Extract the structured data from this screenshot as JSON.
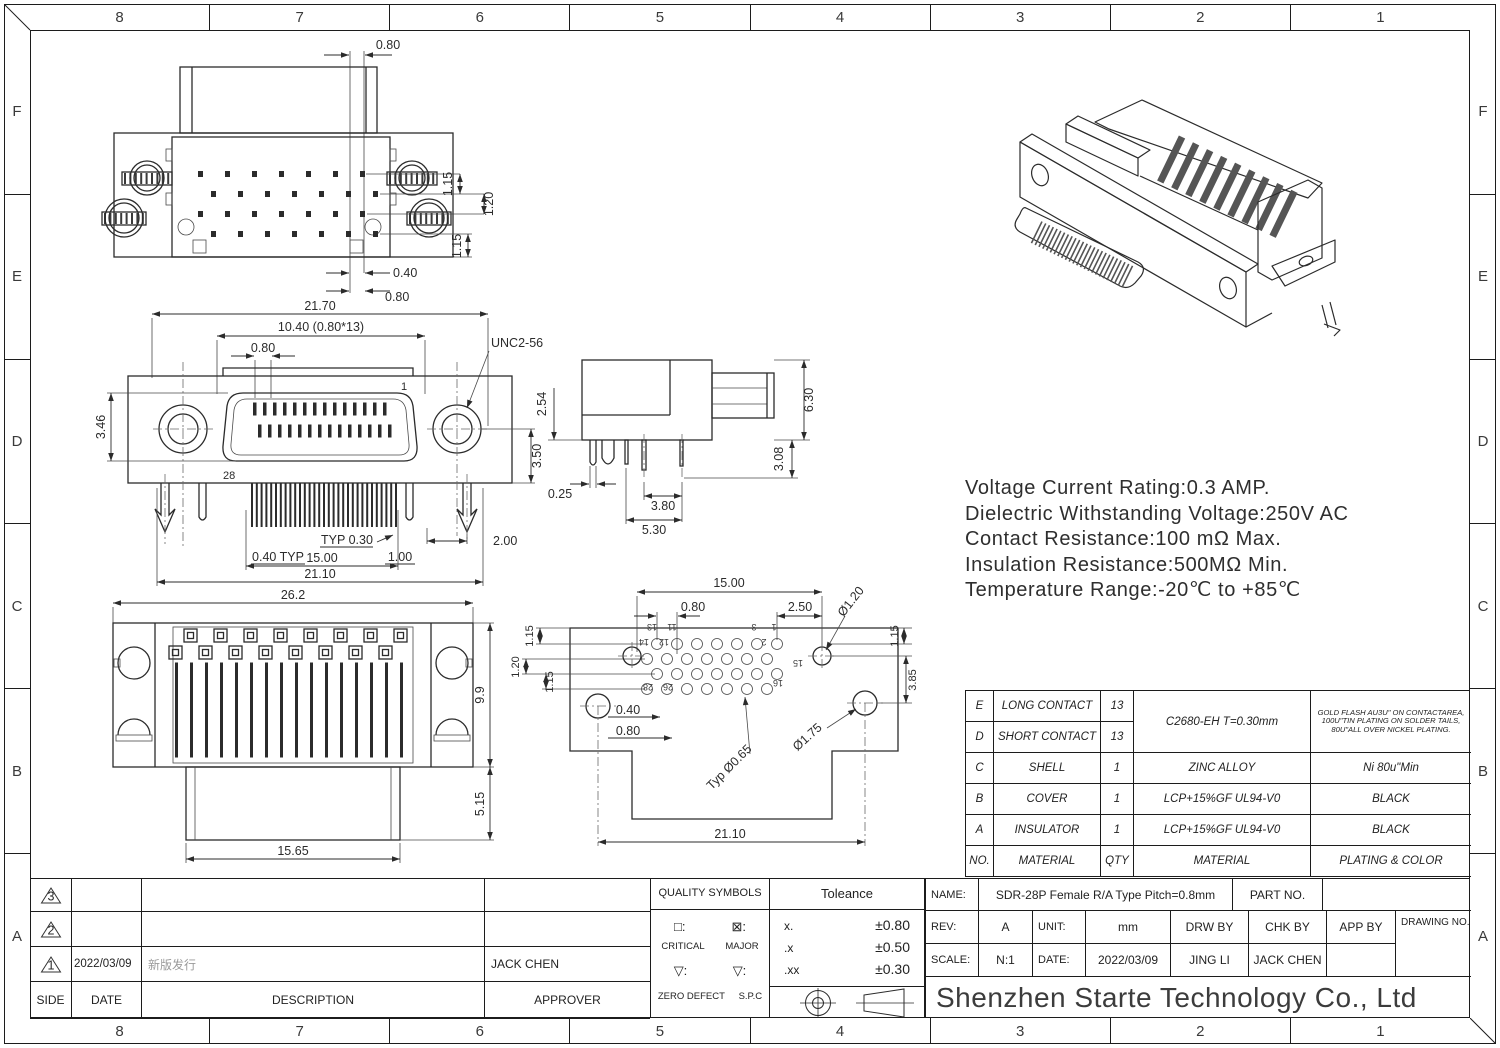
{
  "border": {
    "cols": [
      "8",
      "7",
      "6",
      "5",
      "4",
      "3",
      "2",
      "1"
    ],
    "rows": [
      "F",
      "E",
      "D",
      "C",
      "B",
      "A"
    ]
  },
  "specs": {
    "line1": "Voltage Current Rating:0.3 AMP.",
    "line2": "Dielectric Withstanding Voltage:250V AC",
    "line3": "Contact Resistance:100 mΩ Max.",
    "line4": "Insulation Resistance:500MΩ Min.",
    "line5": "Temperature Range:-20℃ to +85℃"
  },
  "views": {
    "top": {
      "d1": "0.80",
      "d2": "1.15",
      "d3": "1.20",
      "d4": "1.15",
      "d5": "0.40",
      "d6": "0.80"
    },
    "front": {
      "d1": "21.70",
      "d2": "10.40 (0.80*13)",
      "d3": "0.80",
      "thread": "UNC2-56",
      "d4": "3.46",
      "d5": "3.50",
      "d6": "TYP 0.30",
      "d7": "0.40 TYP",
      "d8": "1.00",
      "d9": "2.00",
      "d10": "15.00",
      "d11": "21.10",
      "pin_first": "1",
      "pin_last": "28"
    },
    "side": {
      "d1": "2.54",
      "d2": "6.30",
      "d3": "3.08",
      "d4": "0.25",
      "d5": "3.80",
      "d6": "5.30"
    },
    "rear": {
      "d1": "26.2",
      "d2": "9.9",
      "d3": "5.15",
      "d4": "15.65"
    },
    "pcb": {
      "d1": "15.00",
      "d2": "0.80",
      "d3": "2.50",
      "d4": "Ø1.20",
      "d5": "1.15",
      "d6": "1.15",
      "d7": "1.20",
      "d8": "1.15",
      "d9": "3.85",
      "d10": "0.40",
      "d11": "0.80",
      "d12": "Typ Ø0.65",
      "d13": "Ø1.75",
      "d14": "21.10",
      "pins": [
        "13",
        "11",
        "3",
        "1",
        "14",
        "12",
        "2",
        "15",
        "28",
        "26",
        "16"
      ]
    }
  },
  "bom": {
    "header": {
      "no": "NO.",
      "name": "MATERIAL",
      "qty": "QTY",
      "material": "MATERIAL",
      "plating": "PLATING & COLOR"
    },
    "contact_material": "C2680-EH T=0.30mm",
    "contact_plating1": "GOLD FLASH AU3U\" ON CONTACTAREA,",
    "contact_plating2": "100U\"TIN PLATING ON SOLDER TAILS,",
    "contact_plating3": "80U\"ALL OVER NICKEL PLATING.",
    "rows": [
      {
        "no": "E",
        "name": "LONG CONTACT",
        "qty": "13"
      },
      {
        "no": "D",
        "name": "SHORT CONTACT",
        "qty": "13"
      },
      {
        "no": "C",
        "name": "SHELL",
        "qty": "1",
        "material": "ZINC ALLOY",
        "plating": "Ni 80u\"Min"
      },
      {
        "no": "B",
        "name": "COVER",
        "qty": "1",
        "material": "LCP+15%GF UL94-V0",
        "plating": "BLACK"
      },
      {
        "no": "A",
        "name": "INSULATOR",
        "qty": "1",
        "material": "LCP+15%GF UL94-V0",
        "plating": "BLACK"
      }
    ]
  },
  "title_block": {
    "name_label": "NAME:",
    "name_value": "SDR-28P Female R/A Type Pitch=0.8mm",
    "part_no_label": "PART NO.",
    "rev_label": "REV:",
    "rev_value": "A",
    "unit_label": "UNIT:",
    "unit_value": "mm",
    "drw_by_label": "DRW BY",
    "chk_by_label": "CHK BY",
    "app_by_label": "APP BY",
    "drawing_no_label": "DRAWING NO.",
    "scale_label": "SCALE:",
    "scale_value": "N:1",
    "date_label": "DATE:",
    "date_value": "2022/03/09",
    "drw_by_value": "JING LI",
    "chk_by_value": "JACK CHEN",
    "company": "Shenzhen Starte Technology Co., Ltd"
  },
  "revisions": {
    "header": {
      "side": "SIDE",
      "date": "DATE",
      "description": "DESCRIPTION",
      "approver": "APPROVER"
    },
    "rows": [
      {
        "marker": "3"
      },
      {
        "marker": "2"
      },
      {
        "marker": "1",
        "date": "2022/03/09",
        "description": "新版发行",
        "approver": "JACK CHEN"
      }
    ]
  },
  "quality": {
    "title": "QUALITY SYMBOLS",
    "sym_minor": "□:",
    "sym_major": "⊠:",
    "label_critical": "CRITICAL",
    "label_major": "MAJOR",
    "sym_zero": "▽:",
    "sym_spc": "▽:",
    "label_zero": "ZERO DEFECT",
    "label_spc": "S.P.C"
  },
  "tolerance": {
    "title": "Toleance",
    "r1k": "x.",
    "r1v": "±0.80",
    "r2k": ".x",
    "r2v": "±0.50",
    "r3k": ".xx",
    "r3v": "±0.30"
  }
}
